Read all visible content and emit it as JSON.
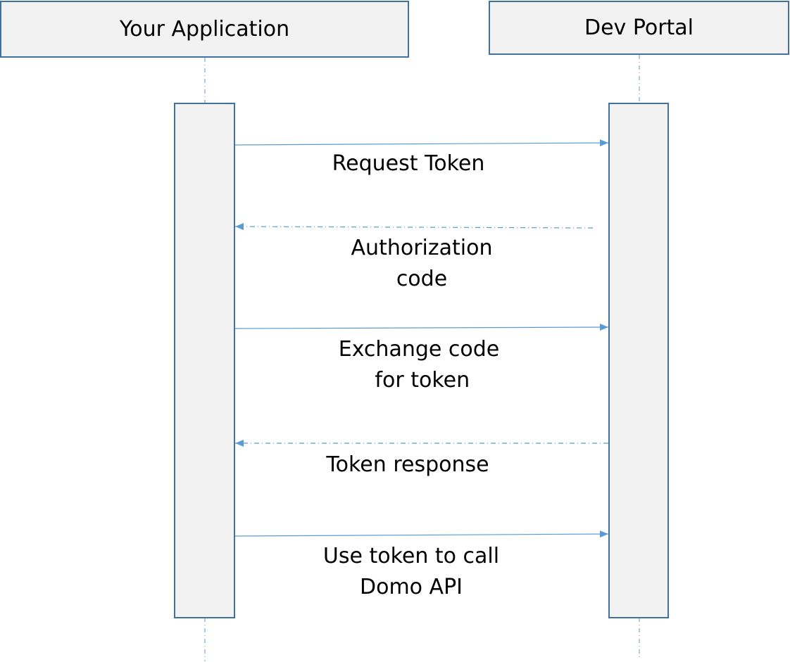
{
  "participants": {
    "app": {
      "name": "Your Application"
    },
    "portal": {
      "name": "Dev Portal"
    }
  },
  "messages": [
    {
      "label": "Request Token",
      "direction": "app-to-portal",
      "style": "solid"
    },
    {
      "label": "Authorization\ncode",
      "direction": "portal-to-app",
      "style": "dashed"
    },
    {
      "label": "Exchange code\n for token",
      "direction": "app-to-portal",
      "style": "solid"
    },
    {
      "label": "Token response",
      "direction": "portal-to-app",
      "style": "dashed"
    },
    {
      "label": "Use token to call\nDomo API",
      "direction": "app-to-portal",
      "style": "solid"
    }
  ],
  "colors": {
    "box_fill": "#f2f2f2",
    "box_border": "#41719c",
    "arrow": "#5b9bd5",
    "text": "#000000"
  }
}
